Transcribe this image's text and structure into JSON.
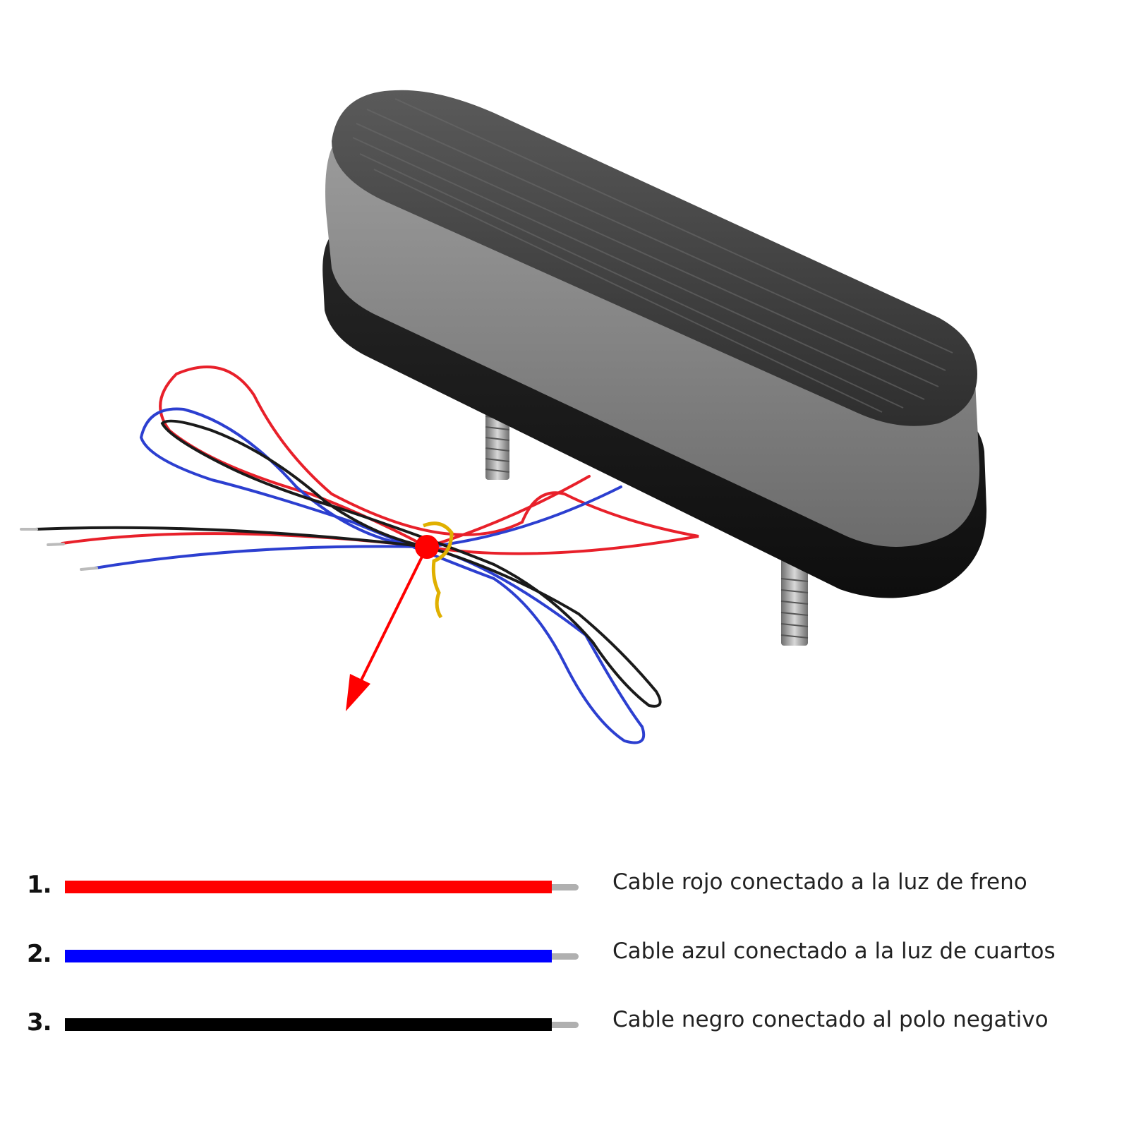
{
  "legend": {
    "items": [
      {
        "number": "1.",
        "wire_color": "#ff0000",
        "text": "Cable rojo conectado a la luz de freno"
      },
      {
        "number": "2.",
        "wire_color": "#0000ff",
        "text": "Cable azul conectado a la luz de cuartos"
      },
      {
        "number": "3.",
        "wire_color": "#000000",
        "text": "Cable negro conectado al polo negativo"
      }
    ]
  },
  "illustration": {
    "lamp_lens_color": "#4a4a4a",
    "lamp_base_color": "#1c1c1c",
    "pointer_color": "#ff0000",
    "tie_color": "#e0b000"
  }
}
